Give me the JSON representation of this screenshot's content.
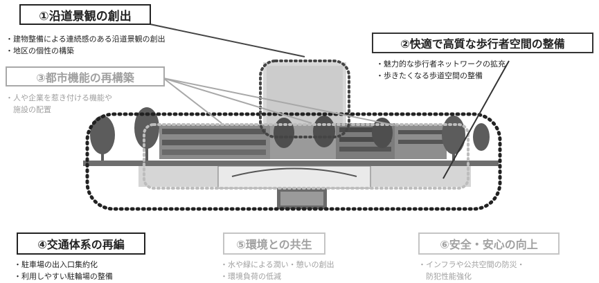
{
  "headings": {
    "h1": "①沿道景観の創出",
    "h2": "②快適で高質な歩行者空間の整備",
    "h3": "③都市機能の再構築",
    "h4": "④交通体系の再編",
    "h5": "⑤環境との共生",
    "h6": "⑥安全・安心の向上"
  },
  "bullets": {
    "b1": [
      "建物整備による連続感のある沿道景観の創出",
      "地区の個性の構築"
    ],
    "b2": [
      "魅力的な歩行者ネットワークの拡充",
      "歩きたくなる歩道空間の整備"
    ],
    "b3": [
      "人や企業を惹き付ける機能や",
      "施設の配置"
    ],
    "b4": [
      "駐車場の出入口集約化",
      "利用しやすい駐輪場の整備"
    ],
    "b5": [
      "水や緑による潤い・憩いの創出",
      "環境負荷の低減"
    ],
    "b6": [
      "インフラや公共空間の防災・",
      "防犯性能強化"
    ]
  },
  "colors": {
    "dark": "#222222",
    "grey": "#a0a0a0",
    "dotted": "#222222"
  }
}
